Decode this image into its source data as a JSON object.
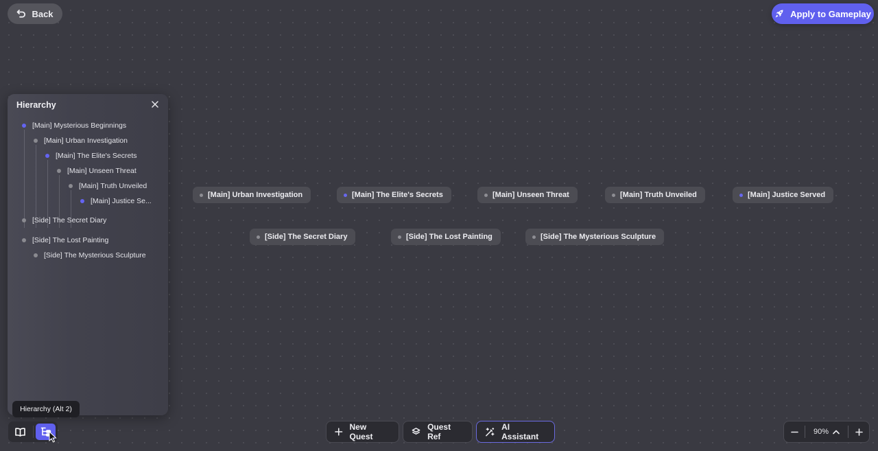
{
  "header": {
    "back_label": "Back",
    "apply_label": "Apply to Gameplay"
  },
  "hierarchy": {
    "title": "Hierarchy",
    "items": [
      {
        "label": "[Main] Mysterious Beginnings",
        "depth": 0,
        "accent": true
      },
      {
        "label": "[Main] Urban Investigation",
        "depth": 1,
        "accent": false
      },
      {
        "label": "[Main] The Elite's Secrets",
        "depth": 2,
        "accent": true
      },
      {
        "label": "[Main] Unseen Threat",
        "depth": 3,
        "accent": false
      },
      {
        "label": "[Main] Truth Unveiled",
        "depth": 4,
        "accent": false
      },
      {
        "label": "[Main] Justice Se...",
        "full_label": "[Main] Justice Served",
        "depth": 5,
        "accent": true
      },
      {
        "label": "[Side] The Secret Diary",
        "depth": 0,
        "accent": false
      },
      {
        "label": "[Side] The Lost Painting",
        "depth": 0,
        "accent": false
      },
      {
        "label": "[Side] The Mysterious Sculpture",
        "depth": 1,
        "accent": false
      }
    ]
  },
  "canvas": {
    "nodes": [
      {
        "label": "[Main] Urban Investigation",
        "accent": false
      },
      {
        "label": "[Main] The Elite's Secrets",
        "accent": true
      },
      {
        "label": "[Main] Unseen Threat",
        "accent": false
      },
      {
        "label": "[Main] Truth Unveiled",
        "accent": false
      },
      {
        "label": "[Main] Justice Served",
        "accent": true
      },
      {
        "label": "[Side] The Secret Diary",
        "accent": false
      },
      {
        "label": "[Side] The Lost Painting",
        "accent": false
      },
      {
        "label": "[Side] The Mysterious Sculpture",
        "accent": false
      }
    ]
  },
  "tooltip": "Hierarchy (Alt 2)",
  "view_switch": {
    "book_icon": "book-open-icon",
    "hierarchy_icon": "hierarchy-icon",
    "active": "hierarchy"
  },
  "toolbar": {
    "new_quest": "New Quest",
    "quest_ref": "Quest Ref",
    "ai_assistant": "AI Assistant"
  },
  "zoom": {
    "value": "90%"
  },
  "colors": {
    "accent": "#6060ee",
    "background": "#3a3a42",
    "node": "#4c4c53"
  }
}
